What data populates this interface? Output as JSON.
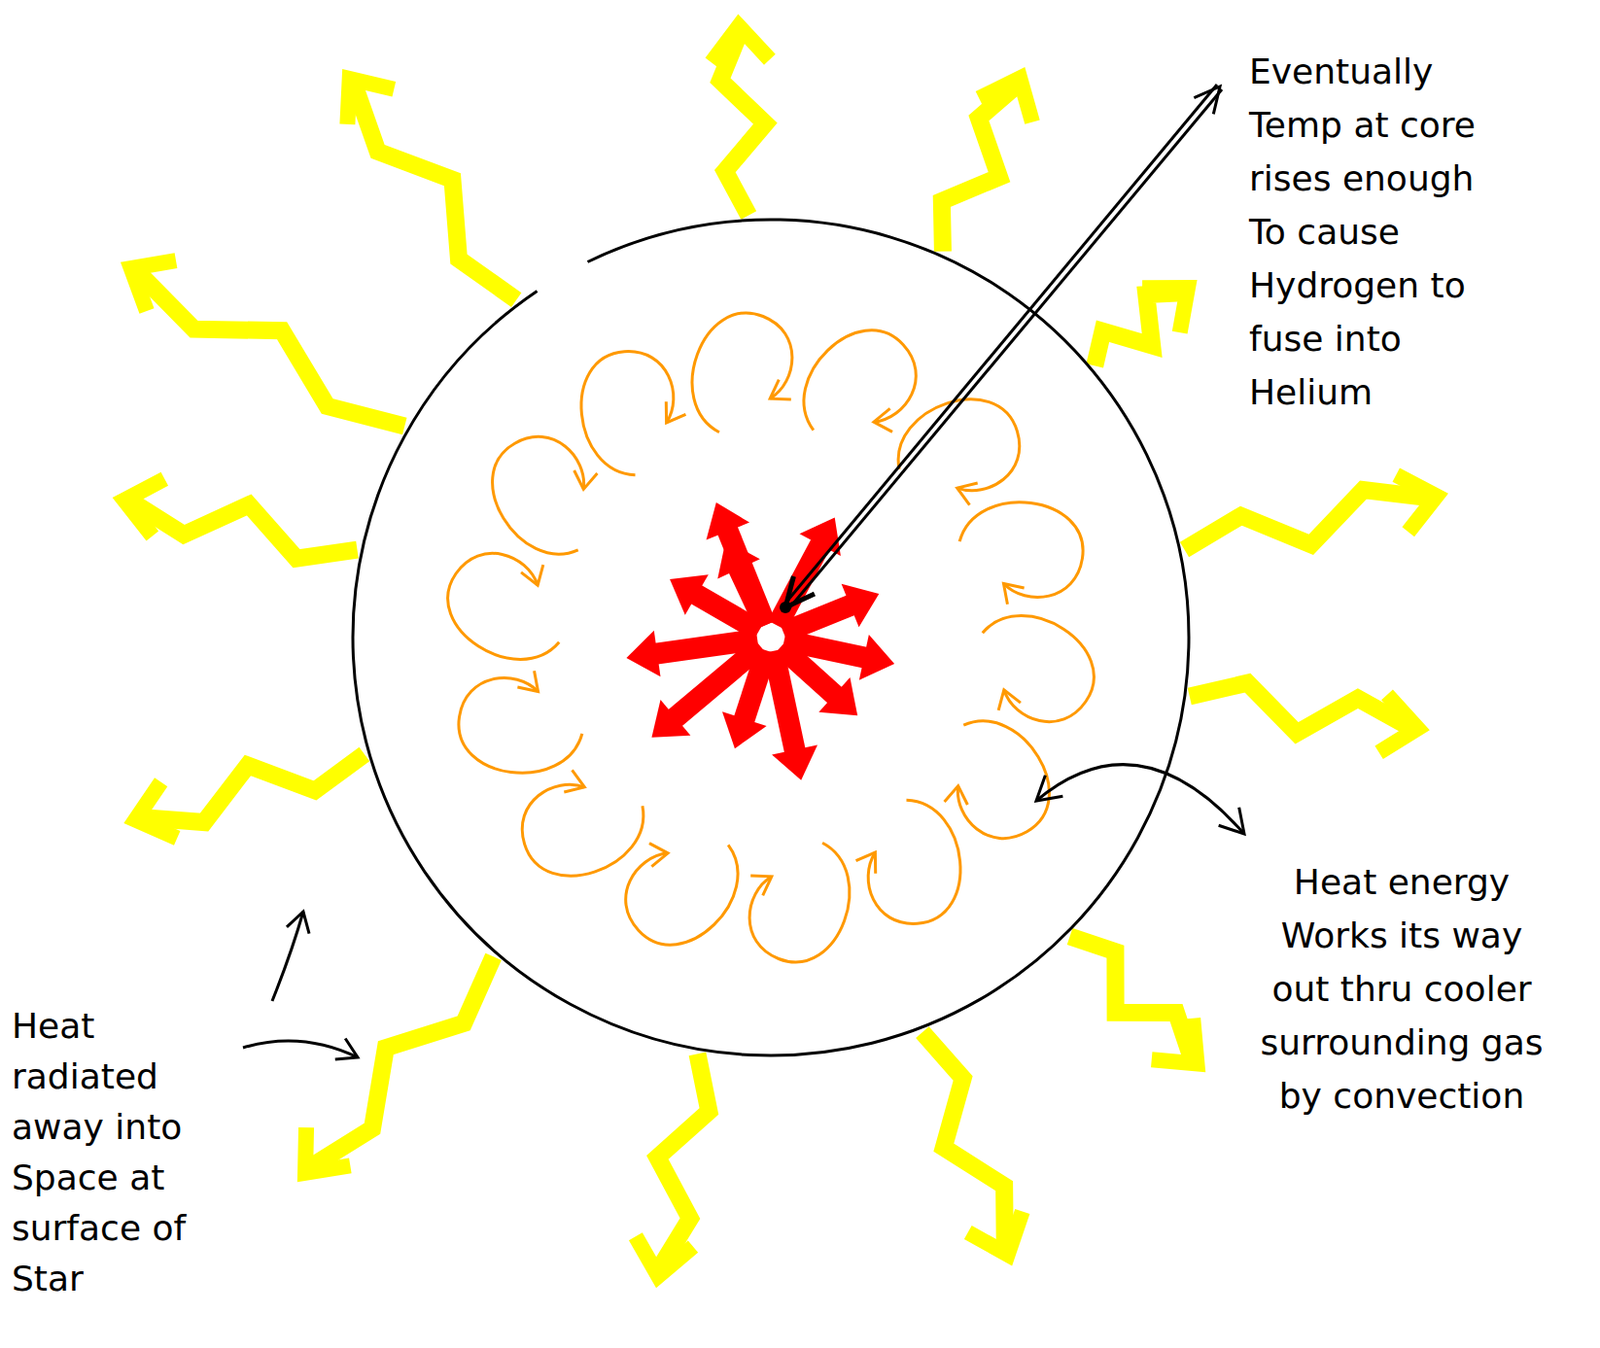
{
  "diagram": {
    "labels": [
      "Eventually Temp at core rises enough To cause Hydrogen to fuse into Helium",
      "Heat energy Works its way out thru cooler surrounding gas by convection",
      "Heat radiated away into Space at surface of Star"
    ]
  }
}
